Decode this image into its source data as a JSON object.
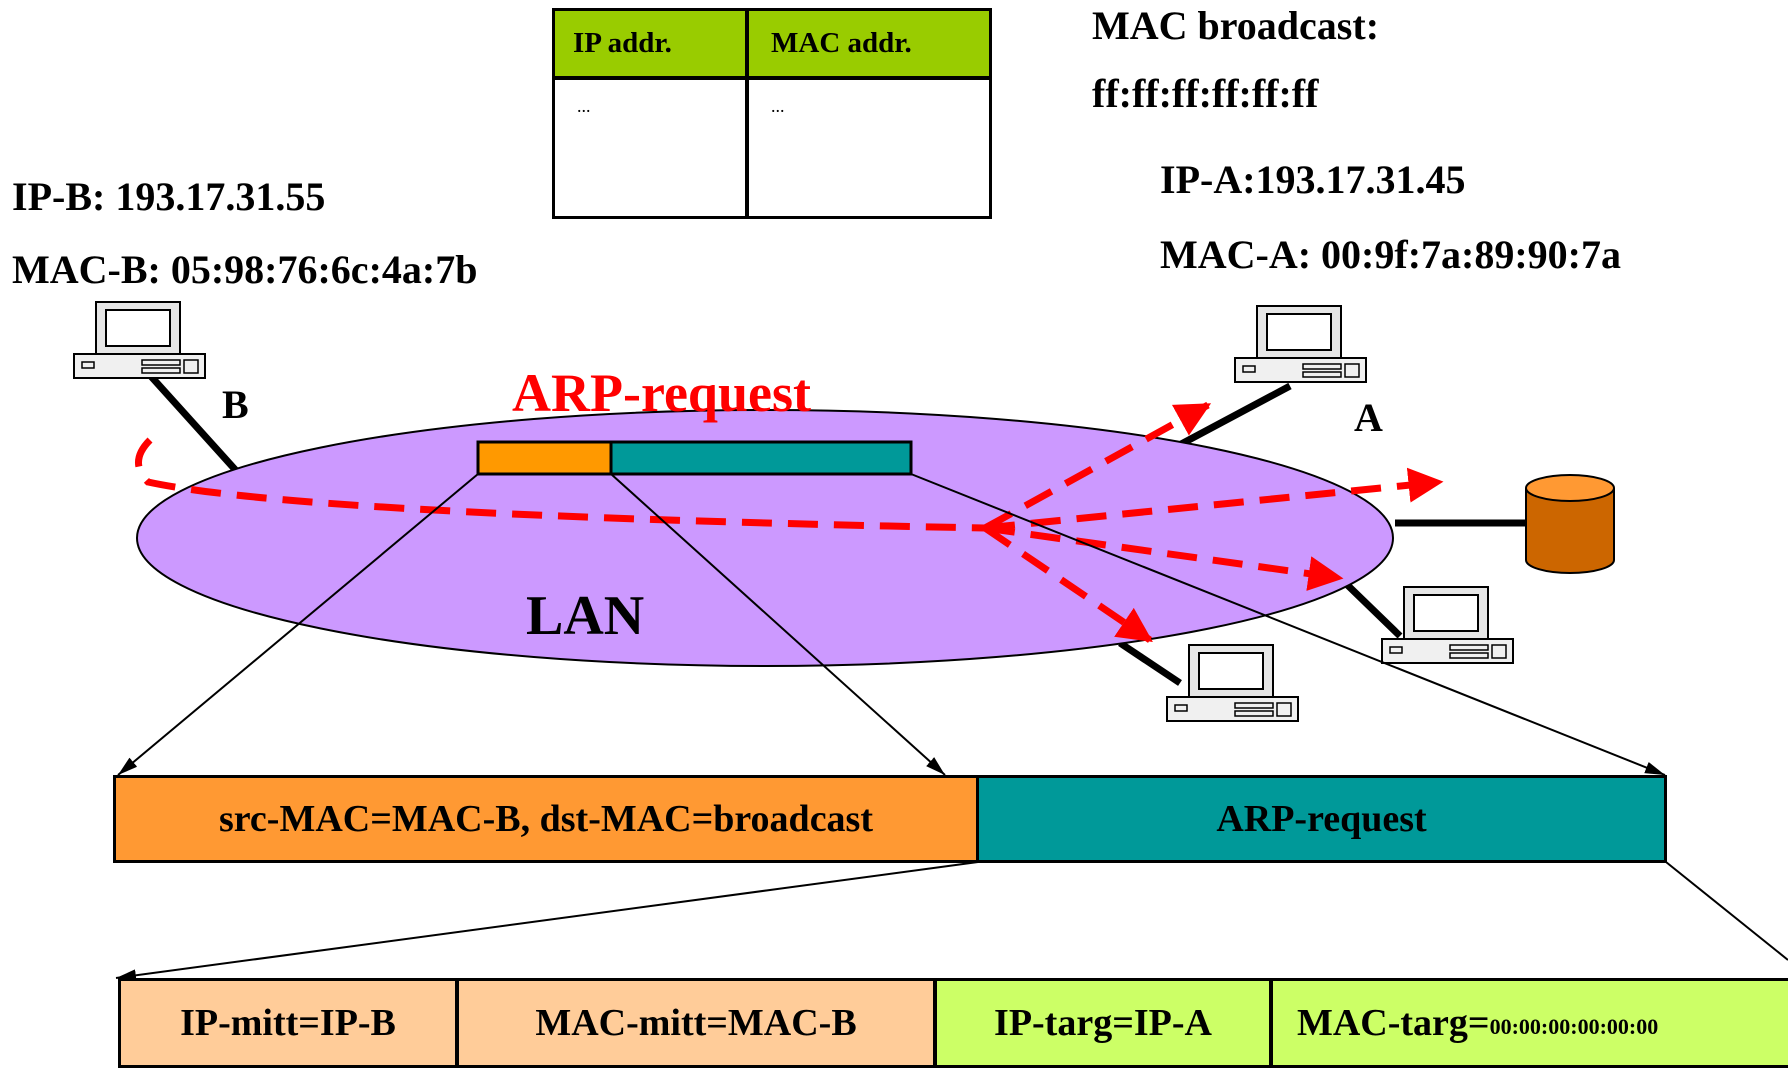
{
  "arp_table": {
    "headers": [
      "IP addr.",
      "MAC addr."
    ],
    "rows": [
      [
        "...",
        "..."
      ]
    ]
  },
  "broadcast": {
    "line1": "MAC broadcast:",
    "line2": "ff:ff:ff:ff:ff:ff"
  },
  "host_b": {
    "ip": "IP-B: 193.17.31.55",
    "mac": "MAC-B: 05:98:76:6c:4a:7b",
    "label": "B"
  },
  "host_a": {
    "ip": "IP-A:193.17.31.45",
    "mac": "MAC-A: 00:9f:7a:89:90:7a",
    "label": "A"
  },
  "lan": {
    "label": "LAN"
  },
  "packet_title": "ARP-request",
  "frame": {
    "header": "src-MAC=MAC-B, dst-MAC=broadcast",
    "payload": "ARP-request"
  },
  "arp_fields": {
    "ip_sender": "IP-mitt=IP-B",
    "mac_sender": "MAC-mitt=MAC-B",
    "ip_target": "IP-targ=IP-A",
    "mac_target_prefix": "MAC-targ=",
    "mac_target_value": "00:00:00:00:00:00"
  },
  "colors": {
    "orange": "#ff9900",
    "teal": "#009999",
    "lan": "#cc99ff",
    "arrow": "#ff0000",
    "header_green": "#99cc00",
    "field_peach": "#ffcc99",
    "field_lime": "#ccff66"
  }
}
